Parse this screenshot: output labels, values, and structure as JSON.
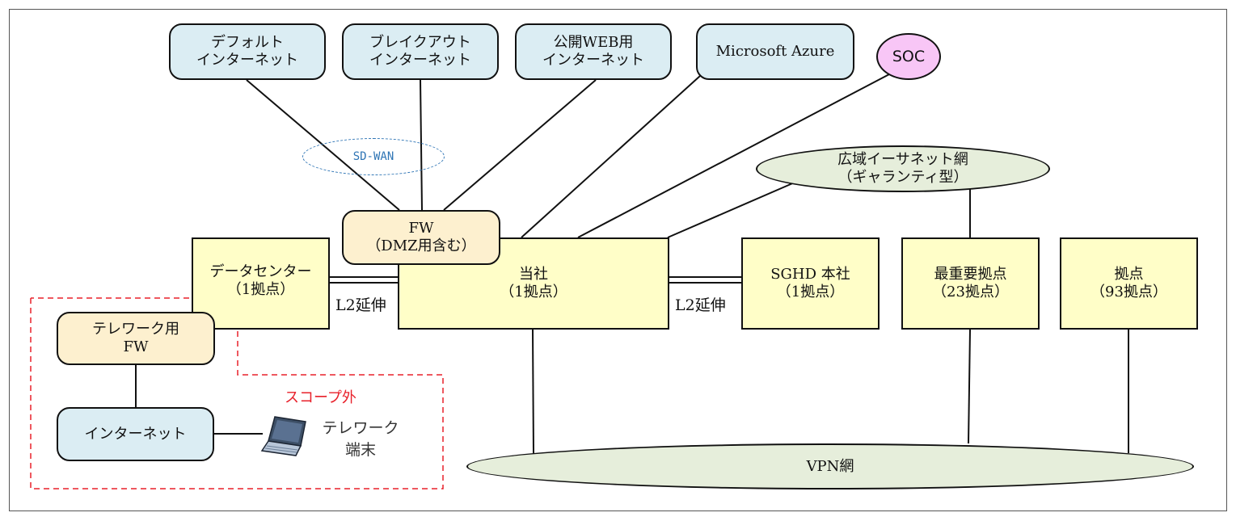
{
  "diagram": {
    "clouds": {
      "default_internet": "デフォルト\nインターネット",
      "breakout_internet": "ブレイクアウト\nインターネット",
      "public_web_internet": "公開WEB用\nインターネット",
      "azure": "Microsoft Azure",
      "soc": "SOC"
    },
    "sdwan_label": "SD-WAN",
    "wide_ethernet": "広域イーサネット網\n（ギャランティ型）",
    "fw_dmz": "FW\n（DMZ用含む）",
    "sites": {
      "datacenter": "データセンター\n（1拠点）",
      "head_office": "当社\n（1拠点）",
      "sghd": "SGHD 本社\n（1拠点）",
      "critical": "最重要拠点\n（23拠点）",
      "branch": "拠点\n（93拠点）"
    },
    "l2_left": "L2延伸",
    "l2_right": "L2延伸",
    "telework_fw": "テレワーク用\nFW",
    "internet": "インターネット",
    "telework_terminal": "テレワーク\n端末",
    "out_of_scope": "スコープ外",
    "vpn": "VPN網",
    "colors": {
      "cloud_fill": "#dbedf3",
      "fw_fill": "#fdf0cf",
      "site_fill": "#fffec8",
      "network_fill": "#e6eedb",
      "soc_fill": "#f8c6f6",
      "sdwan_color": "#2f75b5",
      "scope_color": "#e8202a"
    }
  }
}
